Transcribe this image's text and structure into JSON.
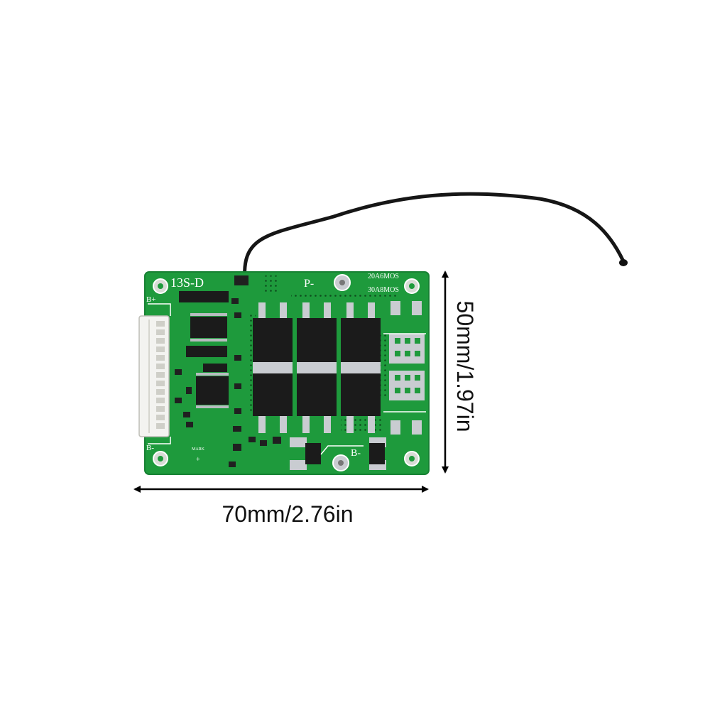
{
  "image": {
    "subject": "13S BMS protection board",
    "board_labels": {
      "model": "13S-D",
      "p_minus": "P-",
      "b_plus": "B+",
      "b_minus_left": "B-",
      "b_minus_bottom": "B-",
      "mos_20a": "20A6MOS",
      "mos_30a": "30A8MOS",
      "mark": "MARK",
      "plus": "+"
    },
    "dimensions": {
      "width_label": "70mm/2.76in",
      "height_label": "50mm/1.97in"
    },
    "colors": {
      "pcb": "#1e9a3c",
      "pcb_dark": "#157a2e",
      "silkscreen": "#ffffff",
      "component": "#1b1b1b",
      "pad": "#c9ccd1",
      "connector": "#f3f3f0",
      "wire": "#161616",
      "arrow": "#000000"
    }
  }
}
